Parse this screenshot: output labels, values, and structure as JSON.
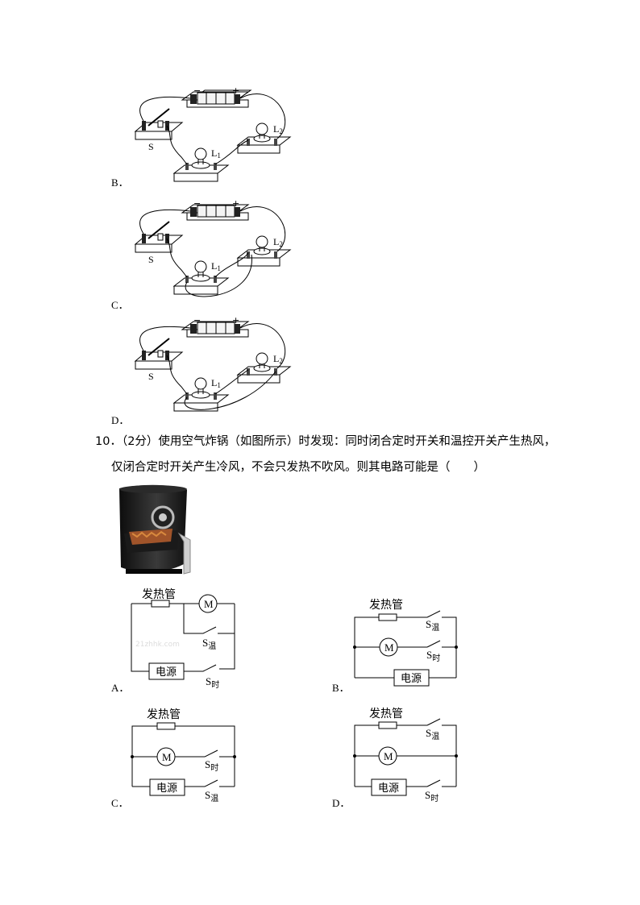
{
  "wiring": {
    "options": [
      {
        "label": "B．",
        "switch_label": "S",
        "lamp1": "L",
        "lamp1_sub": "1",
        "lamp2": "L",
        "lamp2_sub": "2",
        "minus": "−",
        "plus": "+"
      },
      {
        "label": "C．",
        "switch_label": "S",
        "lamp1": "L",
        "lamp1_sub": "1",
        "lamp2": "L",
        "lamp2_sub": "2",
        "minus": "−",
        "plus": "+"
      },
      {
        "label": "D．",
        "switch_label": "S",
        "lamp1": "L",
        "lamp1_sub": "1",
        "lamp2": "L",
        "lamp2_sub": "2",
        "minus": "−",
        "plus": "+"
      }
    ]
  },
  "question10": {
    "line1": "10．（2分）使用空气炸锅（如图所示）时发现：同时闭合定时开关和温控开关产生热风，",
    "line2": "仅闭合定时开关产生冷风，不会只发热不吹风。则其电路可能是（　　）"
  },
  "circuits": {
    "heater": "发热管",
    "motor": "M",
    "source": "电源",
    "s": "S",
    "s_temp_sub": "温",
    "s_time_sub": "时",
    "watermark": "21zhhk.com",
    "options": [
      {
        "label": "A．"
      },
      {
        "label": "B．"
      },
      {
        "label": "C．"
      },
      {
        "label": "D．"
      }
    ]
  }
}
